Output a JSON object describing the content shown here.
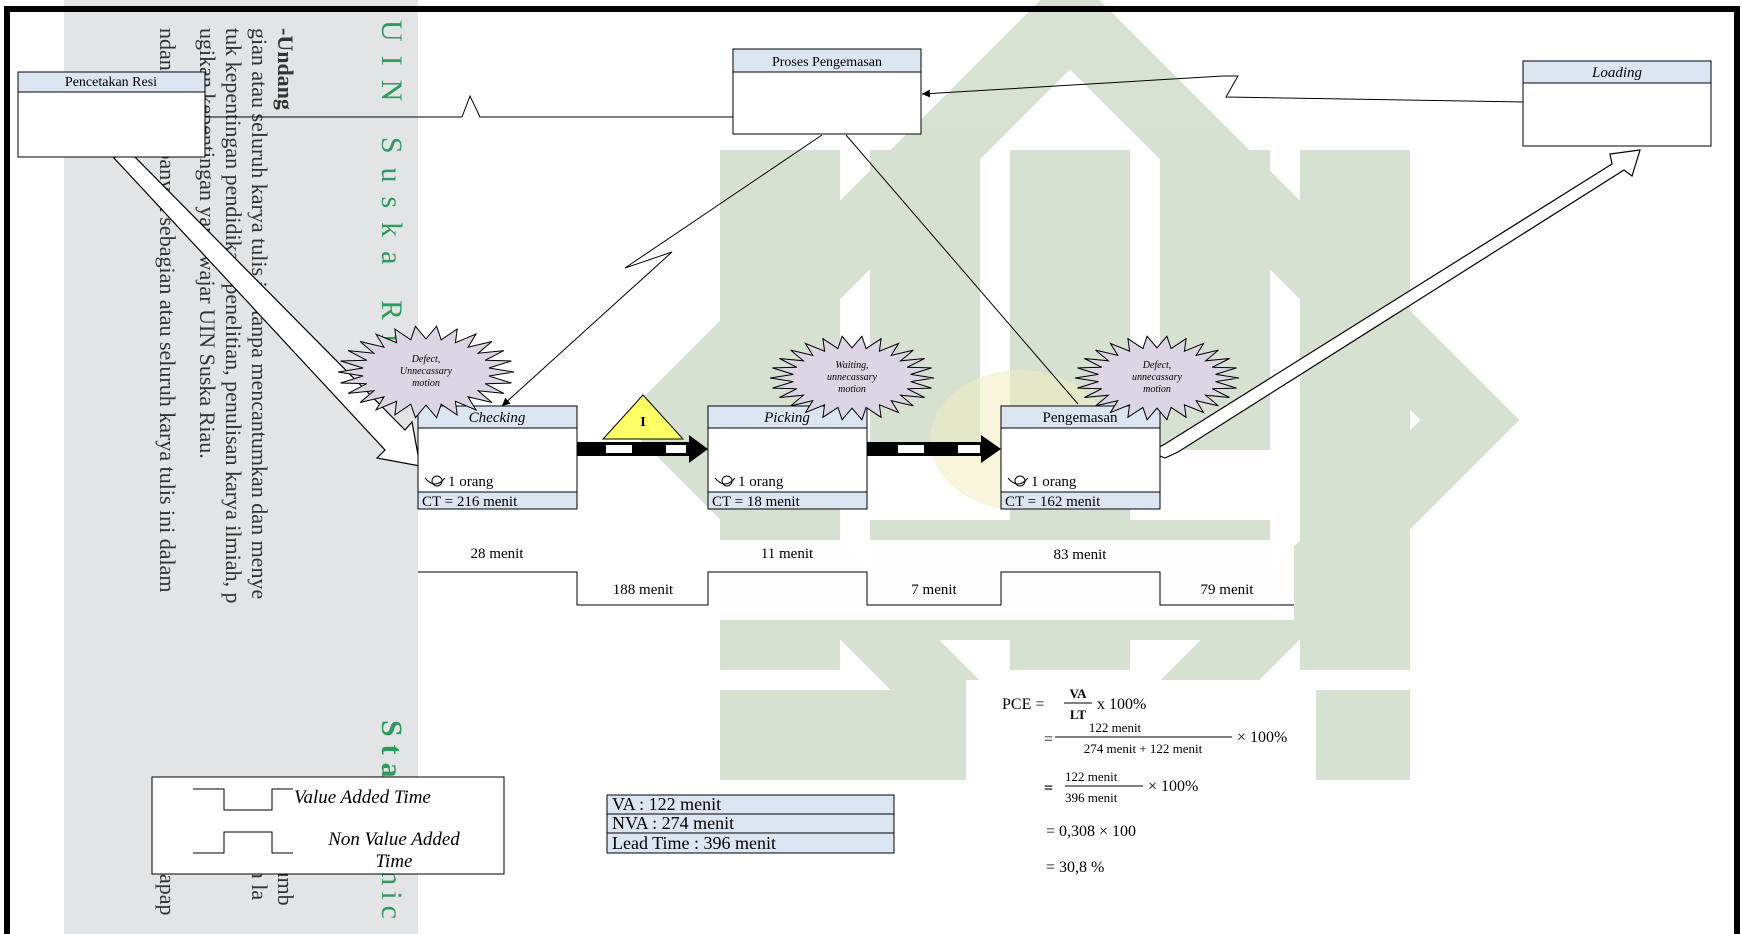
{
  "watermark": {
    "band_text": "UIN Suska Riau",
    "band_text_lower": "Sta",
    "band_text_bottom": "mic",
    "band_text_right_fragment": "sumb",
    "band_text_right_fragment2": "an la",
    "band_text_right_fragment3": "apap",
    "rotated_lines": [
      "-Undang",
      "gian atau seluruh karya tulis ini tanpa mencantumkan dan menye",
      "tuk kepentingan pendidikan, penelitian, penulisan karya ilmiah, p",
      "ugikan kepentingan yang wajar UIN Suska Riau.",
      "ndan memperbanyak sebagian atau seluruh karya tulis ini dalam"
    ]
  },
  "processes": [
    {
      "key": "pencetakan",
      "title": "Pencetakan Resi",
      "italic": false
    },
    {
      "key": "pengemasan_proses",
      "title": "Proses Pengemasan",
      "italic": false
    },
    {
      "key": "loading",
      "title": "Loading",
      "italic": true
    },
    {
      "key": "checking",
      "title": "Checking",
      "italic": true,
      "operator": "1 orang",
      "ct": "CT = 216 menit"
    },
    {
      "key": "picking",
      "title": "Picking",
      "italic": true,
      "operator": "1 orang",
      "ct": "CT = 18 menit"
    },
    {
      "key": "pengemasan",
      "title": "Pengemasan",
      "italic": false,
      "operator": "1 orang",
      "ct": "CT = 162 menit"
    }
  ],
  "kaizen": [
    {
      "lines": [
        "Defect,",
        "Unnecassary",
        "motion"
      ]
    },
    {
      "lines": [
        "Waiting,",
        "unnecassary",
        "motion"
      ]
    },
    {
      "lines": [
        "Defect,",
        "unnecassary",
        "motion"
      ]
    }
  ],
  "inventory_label": "I",
  "timeline": {
    "top": [
      "28 menit",
      "11 menit",
      "83 menit"
    ],
    "bottom": [
      "188 menit",
      "7 menit",
      "79 menit"
    ]
  },
  "legend": {
    "value_added": "Value Added Time",
    "non_value_added_1": "Non Value Added",
    "non_value_added_2": "Time"
  },
  "summary": {
    "va": "VA : 122 menit",
    "nva": "NVA : 274 menit",
    "lead": "Lead Time : 396 menit"
  },
  "pce": {
    "label": "PCE =",
    "frac1_num": "VA",
    "frac1_den": "LT",
    "times100a": "x 100%",
    "eq": "=",
    "frac2_num": "122 menit",
    "frac2_den": "274 menit + 122 menit",
    "times100b": "× 100%",
    "frac3_num": "122 menit",
    "frac3_den": "396 menit",
    "times100c": "× 100%",
    "line4": "= 0,308 × 100",
    "line5": "= 30,8 %"
  },
  "colors": {
    "watermark_green": "#c9d8c3",
    "band_gray": "#e2e4e6",
    "header_fill": "#dce6f2",
    "kaizen_fill": "#dcd6e4",
    "inventory_fill": "#ffff66",
    "band_text_green": "#2e9a5c"
  }
}
